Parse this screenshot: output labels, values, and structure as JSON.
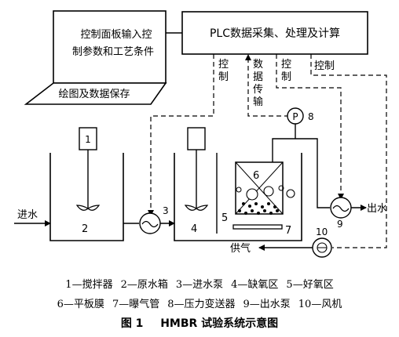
{
  "diagram": {
    "plc_box": "PLC数据采集、处理及计算",
    "computer_screen_line1": "控制面板输入控",
    "computer_screen_line2": "制参数和工艺条件",
    "computer_keyboard": "绘图及数据保存",
    "signal_control_1": "控制",
    "signal_data": "数据传输",
    "signal_control_2": "控制",
    "signal_control_3": "控制",
    "inflow": "进水",
    "outflow": "出水",
    "air_supply": "供气",
    "n1": "1",
    "n2": "2",
    "n3": "3",
    "n4": "4",
    "n5": "5",
    "n6": "6",
    "n7": "7",
    "n8": "8",
    "n9": "9",
    "n10": "10",
    "pressure_symbol": "P"
  },
  "legend": {
    "row1": [
      "1—搅拌器",
      "2—原水箱",
      "3—进水泵",
      "4—缺氧区",
      "5—好氧区"
    ],
    "row2": [
      "6—平板膜",
      "7—曝气管",
      "8—压力变送器",
      "9—出水泵",
      "10—风机"
    ]
  },
  "caption": {
    "label": "图 1",
    "title": "HMBR 试验系统示意图"
  }
}
